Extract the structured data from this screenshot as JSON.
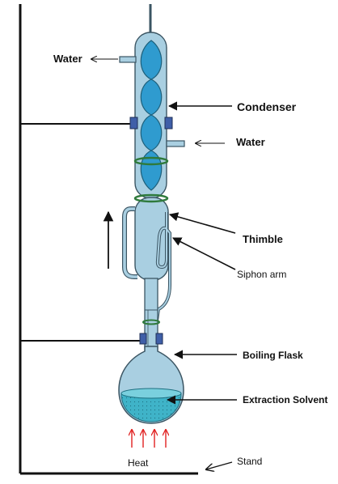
{
  "labels": {
    "water_top": "Water",
    "condenser": "Condenser",
    "water_right": "Water",
    "thimble": "Thimble",
    "siphon_arm": "Siphon arm",
    "boiling_flask": "Boiling Flask",
    "extraction_solvent": "Extraction Solvent",
    "heat": "Heat",
    "stand": "Stand"
  },
  "colors": {
    "glass": "#a9cfe1",
    "glass_outline": "#3b5563",
    "condenser_bulb": "#2f9bcf",
    "solvent": "#3fb3c8",
    "clamp": "#3f5fa8",
    "ring": "#2f7a3c",
    "heat_arrows": "#e02020",
    "lines": "#111111"
  }
}
